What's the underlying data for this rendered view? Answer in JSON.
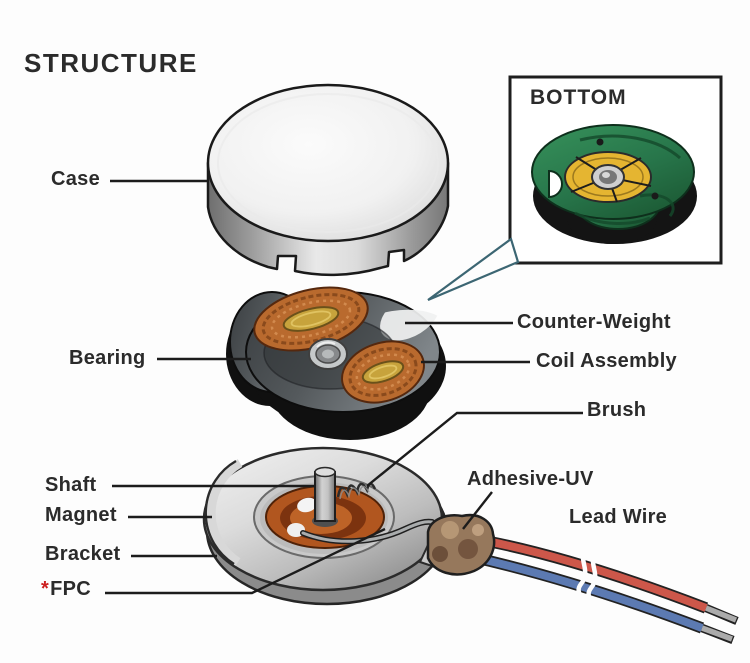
{
  "title": "STRUCTURE",
  "inset": {
    "title": "BOTTOM"
  },
  "labels": {
    "case": "Case",
    "bearing": "Bearing",
    "counter_weight": "Counter-Weight",
    "coil_assembly": "Coil Assembly",
    "brush": "Brush",
    "shaft": "Shaft",
    "magnet": "Magnet",
    "bracket": "Bracket",
    "fpc_mark": "*",
    "fpc": "FPC",
    "adhesive_uv": "Adhesive-UV",
    "lead_wire": "Lead Wire"
  },
  "colors": {
    "background": "#fdfdfd",
    "text": "#2b2b2b",
    "line": "#1c1c1c",
    "fpc_mark": "#cc1f1f",
    "case_silver": "#d8d8d8",
    "rotor_dark": "#44484b",
    "coil_copper": "#b96a2e",
    "coil_center_gold": "#c7a33c",
    "bracket_silver": "#cfcfcf",
    "fpc_orange": "#b1561f",
    "adhesive_brown": "#96785c",
    "wire_red": "#cd574a",
    "wire_blue": "#5c7ab2",
    "pcb_green": "#2a7c4c",
    "pcb_center_yellow": "#e5b531",
    "pointer_teal": "#3c6673"
  }
}
